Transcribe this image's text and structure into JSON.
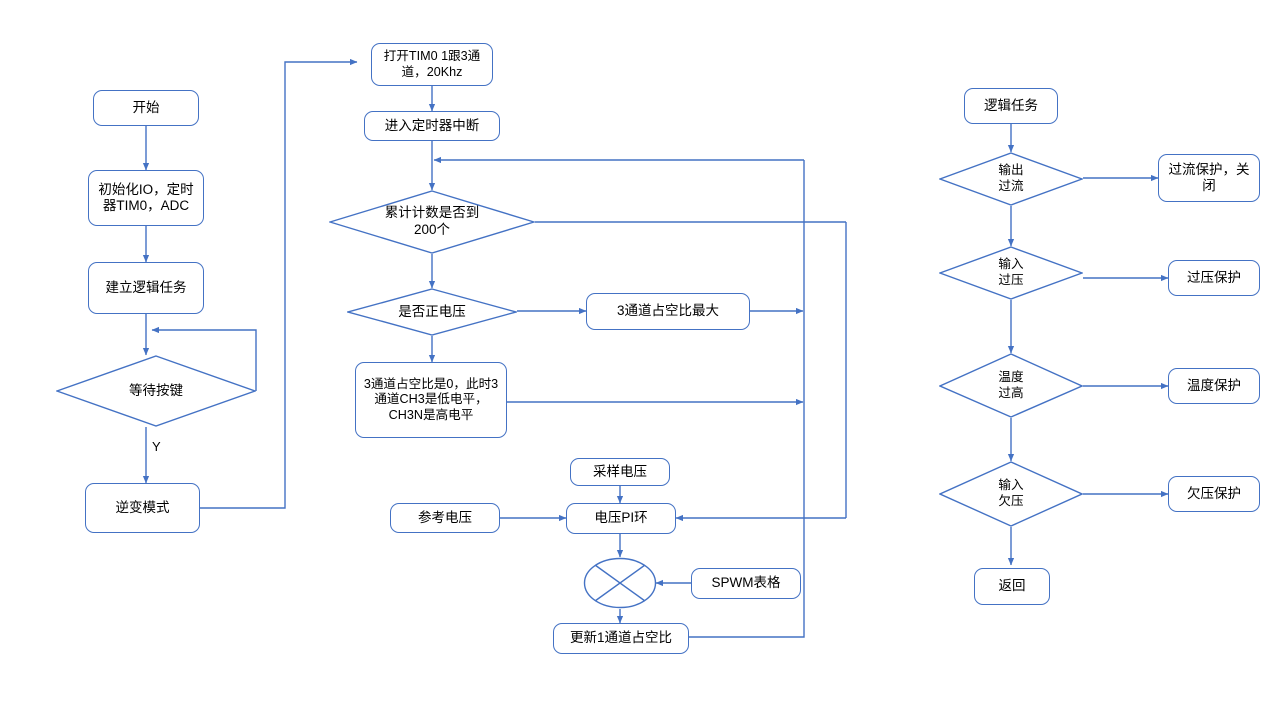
{
  "meta": {
    "title": "逆变器控制流程图",
    "stroke_color": "#4472C4",
    "text_color": "#000000",
    "background": "#FFFFFF"
  },
  "main_flow": {
    "start": "开始",
    "init": "初始化IO，定时器TIM0，ADC",
    "create_task": "建立逻辑任务",
    "wait_key": "等待按键",
    "wait_key_yes_label": "Y",
    "inverter_mode": "逆变模式"
  },
  "timer_flow": {
    "open_tim": "打开TIM0 1跟3通道，20Khz",
    "enter_isr": "进入定时器中断",
    "count_check": "累计计数是否到200个",
    "positive_check": "是否正电压",
    "ch3_max": "3通道占空比最大",
    "ch3_zero": "3通道占空比是0，此时3通道CH3是低电平，CH3N是高电平"
  },
  "pi_loop": {
    "sample_voltage": "采样电压",
    "reference_voltage": "参考电压",
    "pi_loop": "电压PI环",
    "multiplier_icon": "multiply-node-icon",
    "spwm_table": "SPWM表格",
    "update_duty": "更新1通道占空比"
  },
  "logic_task": {
    "entry": "逻辑任务",
    "checks": [
      {
        "condition": "输出过流",
        "action": "过流保护，关闭"
      },
      {
        "condition": "输入过压",
        "action": "过压保护"
      },
      {
        "condition": "温度过高",
        "action": "温度保护"
      },
      {
        "condition": "输入欠压",
        "action": "欠压保护"
      }
    ],
    "return": "返回"
  }
}
